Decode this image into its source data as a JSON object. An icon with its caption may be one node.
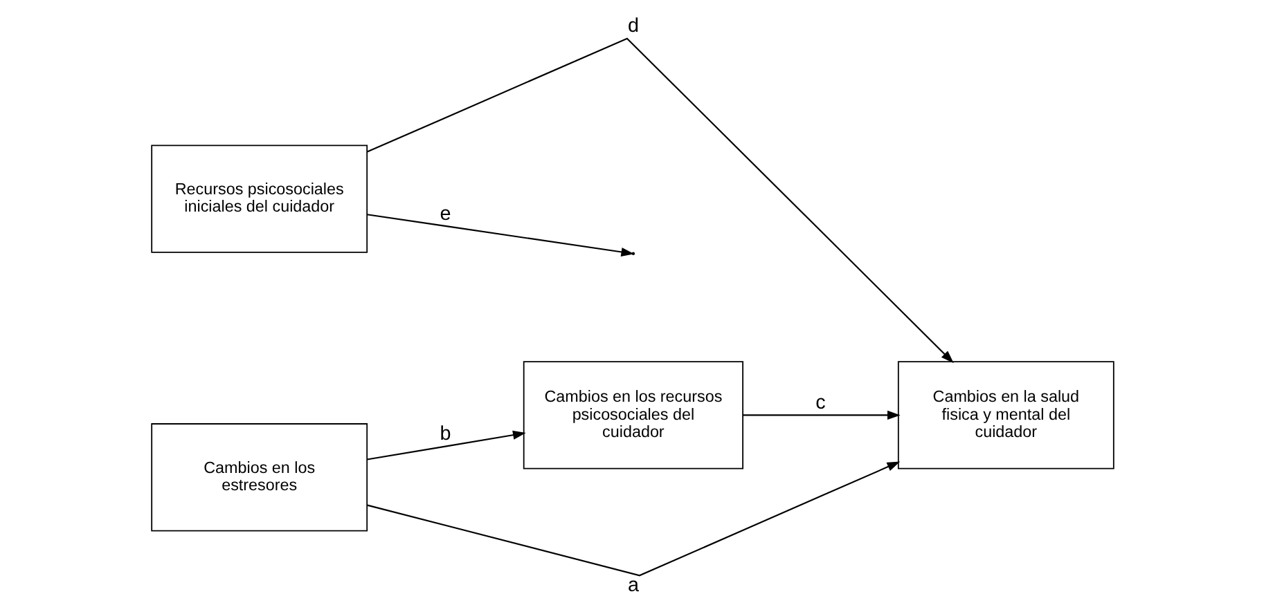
{
  "diagram": {
    "nodes": [
      {
        "text": [
          "Recursos psicosociales iniciales del cuidador"
        ]
      },
      {
        "text": [
          "Cambios en los recursos psicosociales del cuidador"
        ]
      },
      {
        "text": [
          "Cambios en los estresores"
        ]
      },
      {
        "text": [
          "Cambios en la salud fisica y mental del cuidador"
        ]
      }
    ],
    "edges": [
      {
        "from": 2,
        "to": 1,
        "arrow": "to",
        "label": "b"
      },
      {
        "from": 0,
        "to": 3,
        "arrow": "to",
        "label": "d"
      },
      {
        "from": 1,
        "to": 3,
        "arrow": "to",
        "label": "c"
      },
      {
        "from": 0,
        "to": null,
        "arrow": "to",
        "label": "e"
      },
      {
        "from": 2,
        "to": 3,
        "arrow": "to",
        "label": "a"
      }
    ]
  }
}
